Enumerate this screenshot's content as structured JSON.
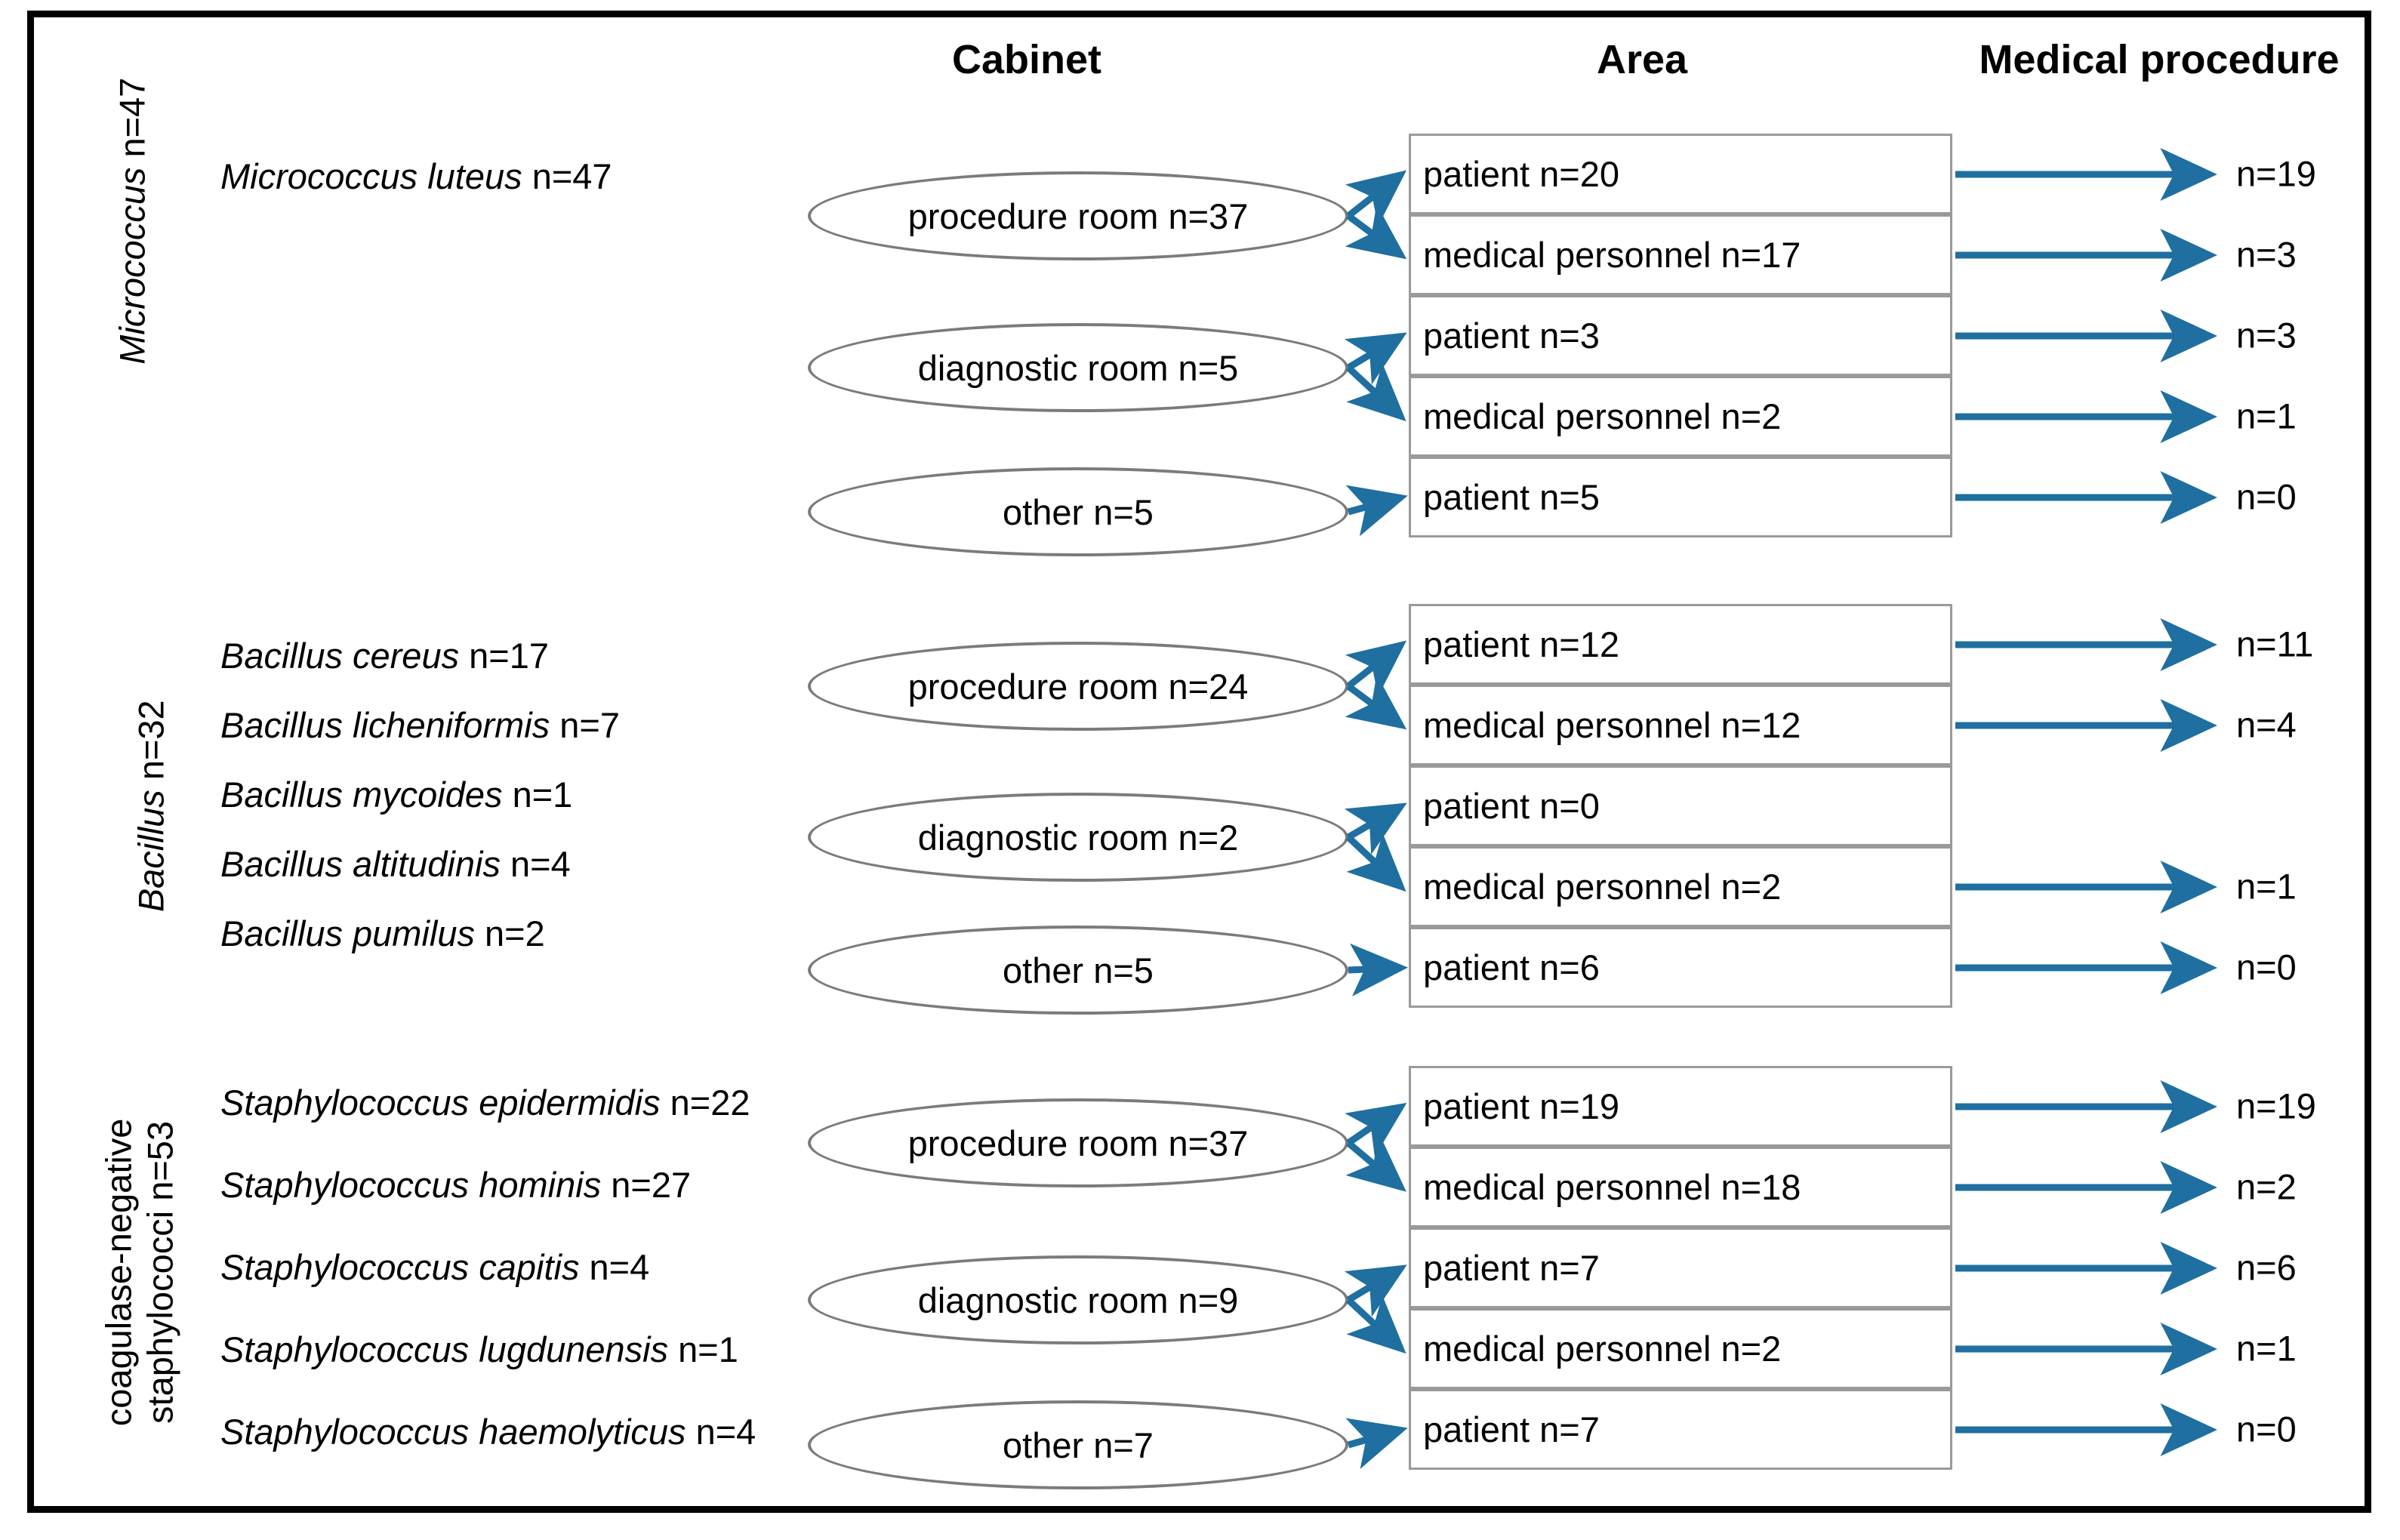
{
  "headers": {
    "cabinet": "Cabinet",
    "area": "Area",
    "procedure": "Medical procedure"
  },
  "accent_color": "#1F6FA0",
  "oval_border_color": "#7B7B7B",
  "box_border_color": "#9A9A9A",
  "frame_color": "#000000",
  "groups": [
    {
      "rail_label": {
        "scientific": "Micrococcus",
        "count": " n=47"
      },
      "species": [
        {
          "scientific": "Micrococcus luteus",
          "count": " n=47"
        }
      ],
      "cabinets": [
        {
          "label": "procedure room n=37"
        },
        {
          "label": "diagnostic room n=5"
        },
        {
          "label": "other n=5"
        }
      ],
      "areas": [
        {
          "label": "patient n=20"
        },
        {
          "label": "medical personnel n=17"
        },
        {
          "label": "patient n=3"
        },
        {
          "label": "medical personnel n=2"
        },
        {
          "label": "patient n=5"
        }
      ],
      "procedures": [
        {
          "label": "n=19"
        },
        {
          "label": "n=3"
        },
        {
          "label": "n=3"
        },
        {
          "label": "n=1"
        },
        {
          "label": "n=0"
        }
      ]
    },
    {
      "rail_label": {
        "scientific": "Bacillus",
        "count": " n=32"
      },
      "species": [
        {
          "scientific": "Bacillus cereus",
          "count": " n=17"
        },
        {
          "scientific": "Bacillus licheniformis",
          "count": " n=7"
        },
        {
          "scientific": "Bacillus mycoides",
          "count": " n=1"
        },
        {
          "scientific": "Bacillus altitudinis",
          "count": " n=4"
        },
        {
          "scientific": "Bacillus pumilus",
          "count": " n=2"
        }
      ],
      "cabinets": [
        {
          "label": "procedure room n=24"
        },
        {
          "label": "diagnostic room n=2"
        },
        {
          "label": "other n=5"
        }
      ],
      "areas": [
        {
          "label": "patient n=12"
        },
        {
          "label": "medical personnel n=12"
        },
        {
          "label": "patient n=0"
        },
        {
          "label": "medical personnel n=2"
        },
        {
          "label": "patient n=6"
        }
      ],
      "procedures": [
        {
          "label": "n=11"
        },
        {
          "label": "n=4"
        },
        {
          "label": ""
        },
        {
          "label": "n=1"
        },
        {
          "label": "n=0"
        }
      ]
    },
    {
      "rail_label": {
        "line1": "coagulase-negative",
        "line2": "staphylococci n=53"
      },
      "species": [
        {
          "scientific": "Staphylococcus epidermidis",
          "count": " n=22"
        },
        {
          "scientific": "Staphylococcus hominis",
          "count": " n=27"
        },
        {
          "scientific": "Staphylococcus capitis",
          "count": " n=4"
        },
        {
          "scientific": "Staphylococcus lugdunensis",
          "count": " n=1"
        },
        {
          "scientific": "Staphylococcus haemolyticus",
          "count": " n=4"
        }
      ],
      "cabinets": [
        {
          "label": "procedure room n=37"
        },
        {
          "label": "diagnostic room n=9"
        },
        {
          "label": "other n=7"
        }
      ],
      "areas": [
        {
          "label": "patient n=19"
        },
        {
          "label": "medical personnel n=18"
        },
        {
          "label": "patient n=7"
        },
        {
          "label": "medical personnel n=2"
        },
        {
          "label": "patient n=7"
        }
      ],
      "procedures": [
        {
          "label": "n=19"
        },
        {
          "label": "n=2"
        },
        {
          "label": "n=6"
        },
        {
          "label": "n=1"
        },
        {
          "label": "n=0"
        }
      ]
    }
  ]
}
